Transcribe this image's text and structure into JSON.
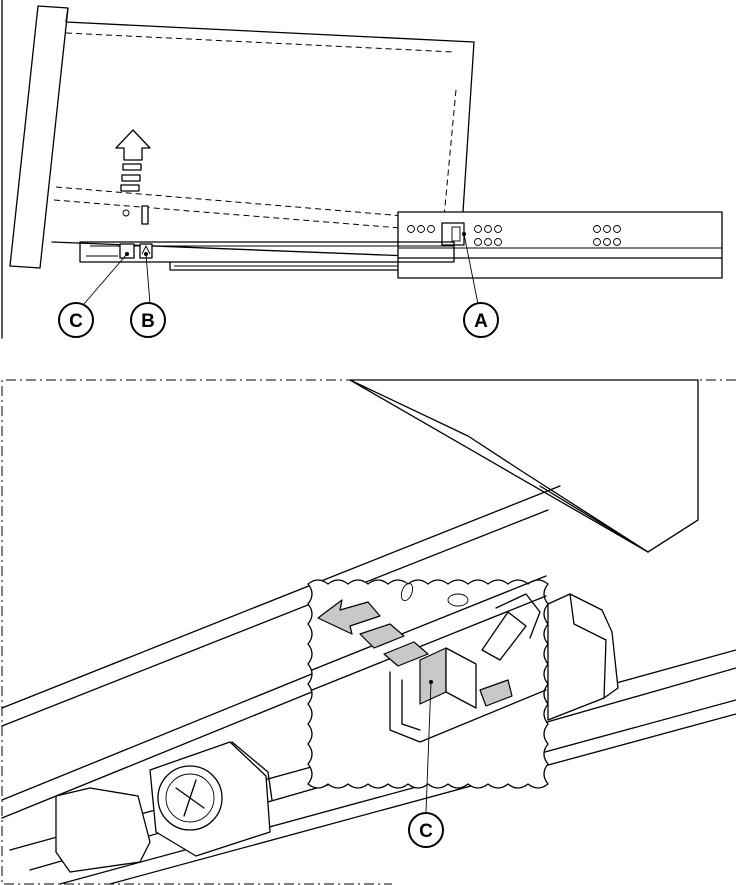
{
  "labels": {
    "c_top": "C",
    "b_top": "B",
    "a_top": "A",
    "c_bottom": "C"
  }
}
